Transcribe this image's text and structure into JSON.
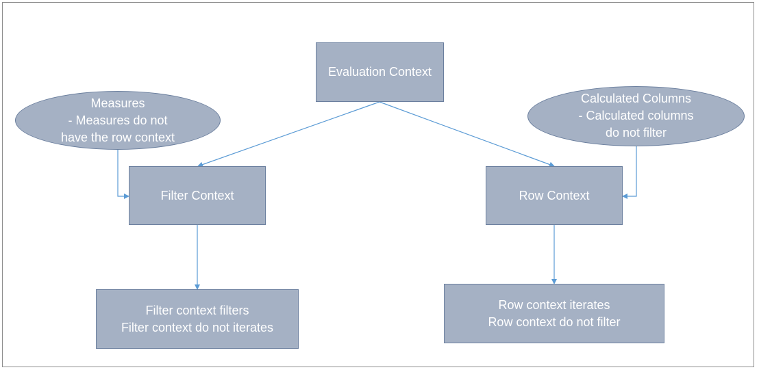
{
  "nodes": {
    "evaluation": {
      "lines": [
        "Evaluation Context"
      ]
    },
    "filter": {
      "lines": [
        "Filter Context"
      ]
    },
    "row": {
      "lines": [
        "Row Context"
      ]
    },
    "measures": {
      "lines": [
        "Measures",
        "- Measures do not",
        "have the row context"
      ]
    },
    "calculated": {
      "lines": [
        "Calculated Columns",
        "- Calculated columns",
        "do not filter"
      ]
    },
    "filter_detail": {
      "lines": [
        "Filter context filters",
        "Filter context do not iterates"
      ]
    },
    "row_detail": {
      "lines": [
        "Row context iterates",
        "Row context do not filter"
      ]
    }
  },
  "colors": {
    "node_fill": "#a5b1c4",
    "node_border": "#6b7f9e",
    "connector": "#5b9bd5",
    "text": "#ffffff"
  }
}
